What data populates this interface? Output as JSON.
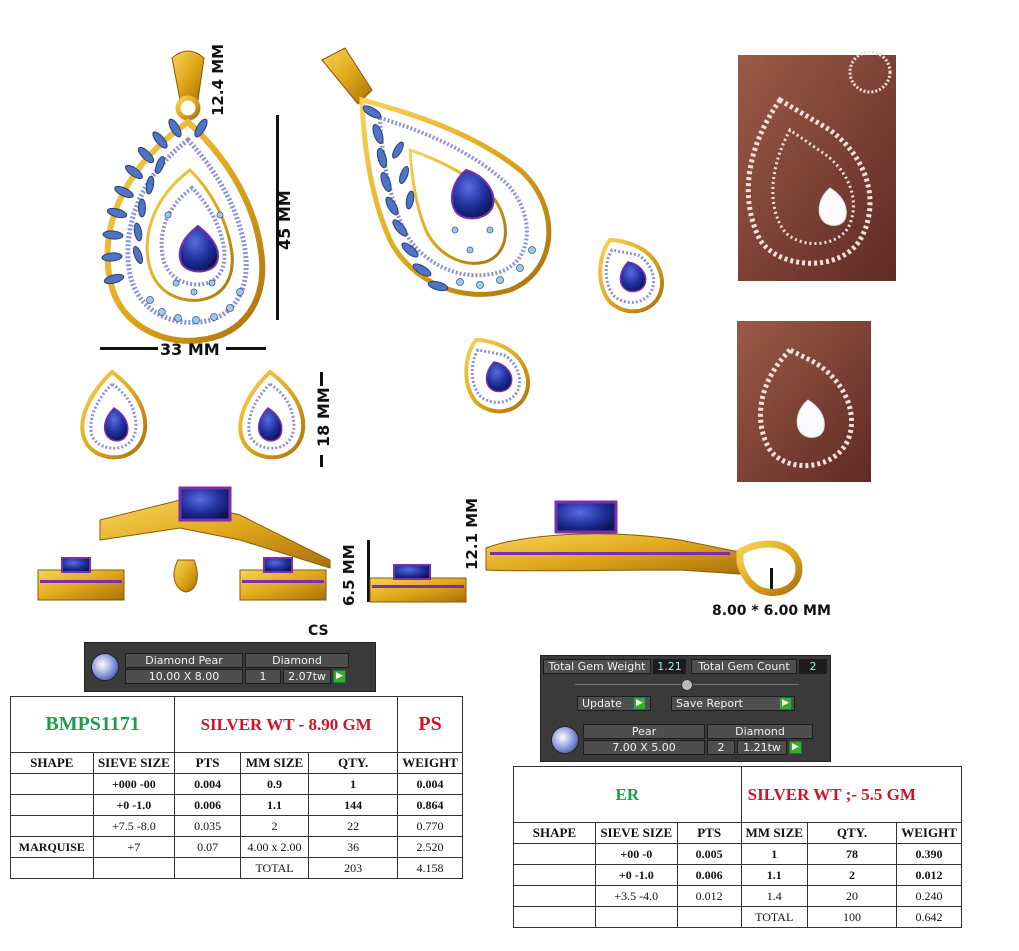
{
  "dimensions": {
    "pendant_loop": "12.4 MM",
    "pendant_height": "45 MM",
    "pendant_width": "33 MM",
    "earring_height": "18 MM",
    "earring_side": "6.5 MM",
    "pendant_side": "12.1 MM",
    "bail": "8.00 * 6.00 MM",
    "cs_label": "CS"
  },
  "panel_pendant": {
    "shape_label": "Diamond Pear",
    "size_value": "10.00 X 8.00",
    "type_label": "Diamond",
    "count": "1",
    "weight": "2.07tw"
  },
  "panel_earring": {
    "total_gem_weight_label": "Total Gem Weight",
    "total_gem_weight": "1.21",
    "total_gem_count_label": "Total Gem Count",
    "total_gem_count": "2",
    "update_label": "Update",
    "save_report_label": "Save Report",
    "shape_label": "Pear",
    "size_value": "7.00 X 5.00",
    "type_label": "Diamond",
    "count": "2",
    "weight": "1.21tw"
  },
  "ps_table": {
    "code": "BMPS1171",
    "silver_wt": "SILVER WT - 8.90 GM",
    "type": "PS",
    "headers": [
      "SHAPE",
      "SIEVE SIZE",
      "PTS",
      "MM SIZE",
      "QTY.",
      "WEIGHT"
    ],
    "rows": [
      {
        "shape": "",
        "sieve": "+000 -00",
        "pts": "0.004",
        "mm": "0.9",
        "qty": "1",
        "weight": "0.004",
        "bold": true
      },
      {
        "shape": "",
        "sieve": "+0 -1.0",
        "pts": "0.006",
        "mm": "1.1",
        "qty": "144",
        "weight": "0.864",
        "bold": true
      },
      {
        "shape": "",
        "sieve": "+7.5 -8.0",
        "pts": "0.035",
        "mm": "2",
        "qty": "22",
        "weight": "0.770",
        "bold": false
      },
      {
        "shape": "MARQUISE",
        "sieve": "+7",
        "pts": "0.07",
        "mm": "4.00 x 2.00",
        "qty": "36",
        "weight": "2.520",
        "bold": false
      },
      {
        "shape": "",
        "sieve": "",
        "pts": "",
        "mm": "TOTAL",
        "qty": "203",
        "weight": "4.158",
        "bold": false
      }
    ]
  },
  "er_table": {
    "type": "ER",
    "silver_wt": "SILVER WT ;- 5.5 GM",
    "headers": [
      "SHAPE",
      "SIEVE SIZE",
      "PTS",
      "MM SIZE",
      "QTY.",
      "WEIGHT"
    ],
    "rows": [
      {
        "shape": "",
        "sieve": "+00 -0",
        "pts": "0.005",
        "mm": "1",
        "qty": "78",
        "weight": "0.390",
        "bold": true
      },
      {
        "shape": "",
        "sieve": "+0 -1.0",
        "pts": "0.006",
        "mm": "1.1",
        "qty": "2",
        "weight": "0.012",
        "bold": true
      },
      {
        "shape": "",
        "sieve": "+3.5 -4.0",
        "pts": "0.012",
        "mm": "1.4",
        "qty": "20",
        "weight": "0.240",
        "bold": false
      },
      {
        "shape": "",
        "sieve": "",
        "pts": "",
        "mm": "TOTAL",
        "qty": "100",
        "weight": "0.642",
        "bold": false
      }
    ]
  },
  "colors": {
    "gold": "#e0a81a",
    "blue_stone": "#1e2f9a",
    "marquise_blue": "#4f74c4",
    "purple_prong": "#7a2fb0",
    "code_green": "#1a9e4a",
    "heading_red": "#d4102a"
  }
}
